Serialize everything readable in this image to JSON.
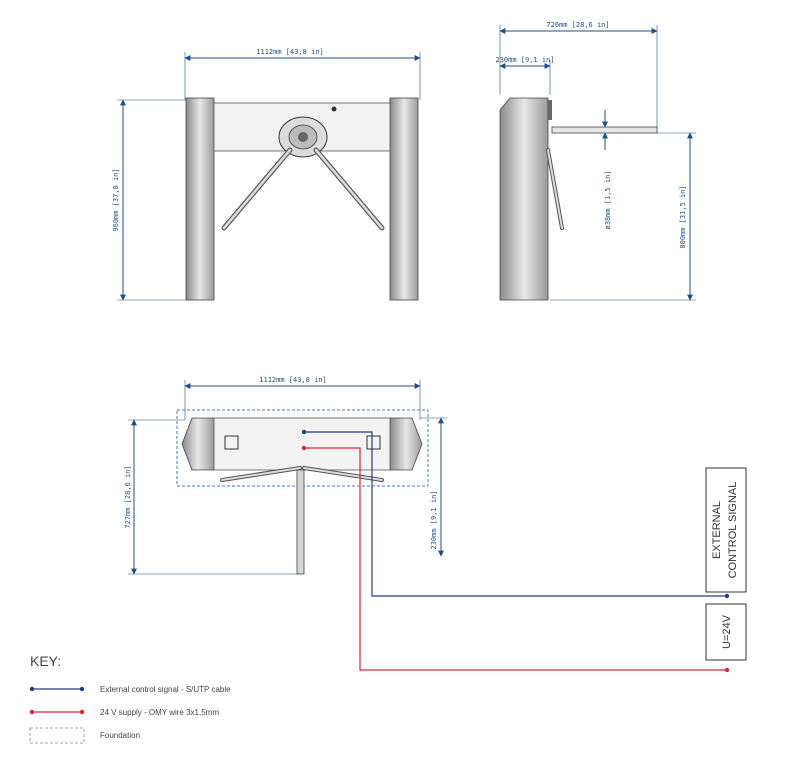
{
  "front_view": {
    "width_label": "1112mm [43,8 in]",
    "height_label": "960mm [37,8 in]"
  },
  "side_view": {
    "depth_label": "726mm [28,6 in]",
    "post_label": "230mm [9,1 in]",
    "diameter_label": "ø38mm [1,5 in]",
    "arm_height_label": "800mm [31,5 in]"
  },
  "top_view": {
    "width_label": "1112mm [43,8 in]",
    "depth_label": "727mm [28,6 in]",
    "post_label": "230mm [9,1 in]"
  },
  "boxes": {
    "external_line1": "EXTERNAL",
    "external_line2": "CONTROL SIGNAL",
    "supply": "U=24V"
  },
  "key": {
    "title": "KEY:",
    "items": [
      {
        "label": "External control signal - S/UTP cable",
        "color": "#1f3c88"
      },
      {
        "label": "24 V supply - OMY wire 3x1,5mm",
        "color": "#d7263d"
      },
      {
        "label": "Foundation",
        "color": "#888888"
      }
    ]
  },
  "colors": {
    "dimension": "#1f4f86",
    "signal_wire": "#1f3c88",
    "supply_wire": "#d7263d",
    "foundation": "#4a78b8",
    "outline": "#333333"
  }
}
